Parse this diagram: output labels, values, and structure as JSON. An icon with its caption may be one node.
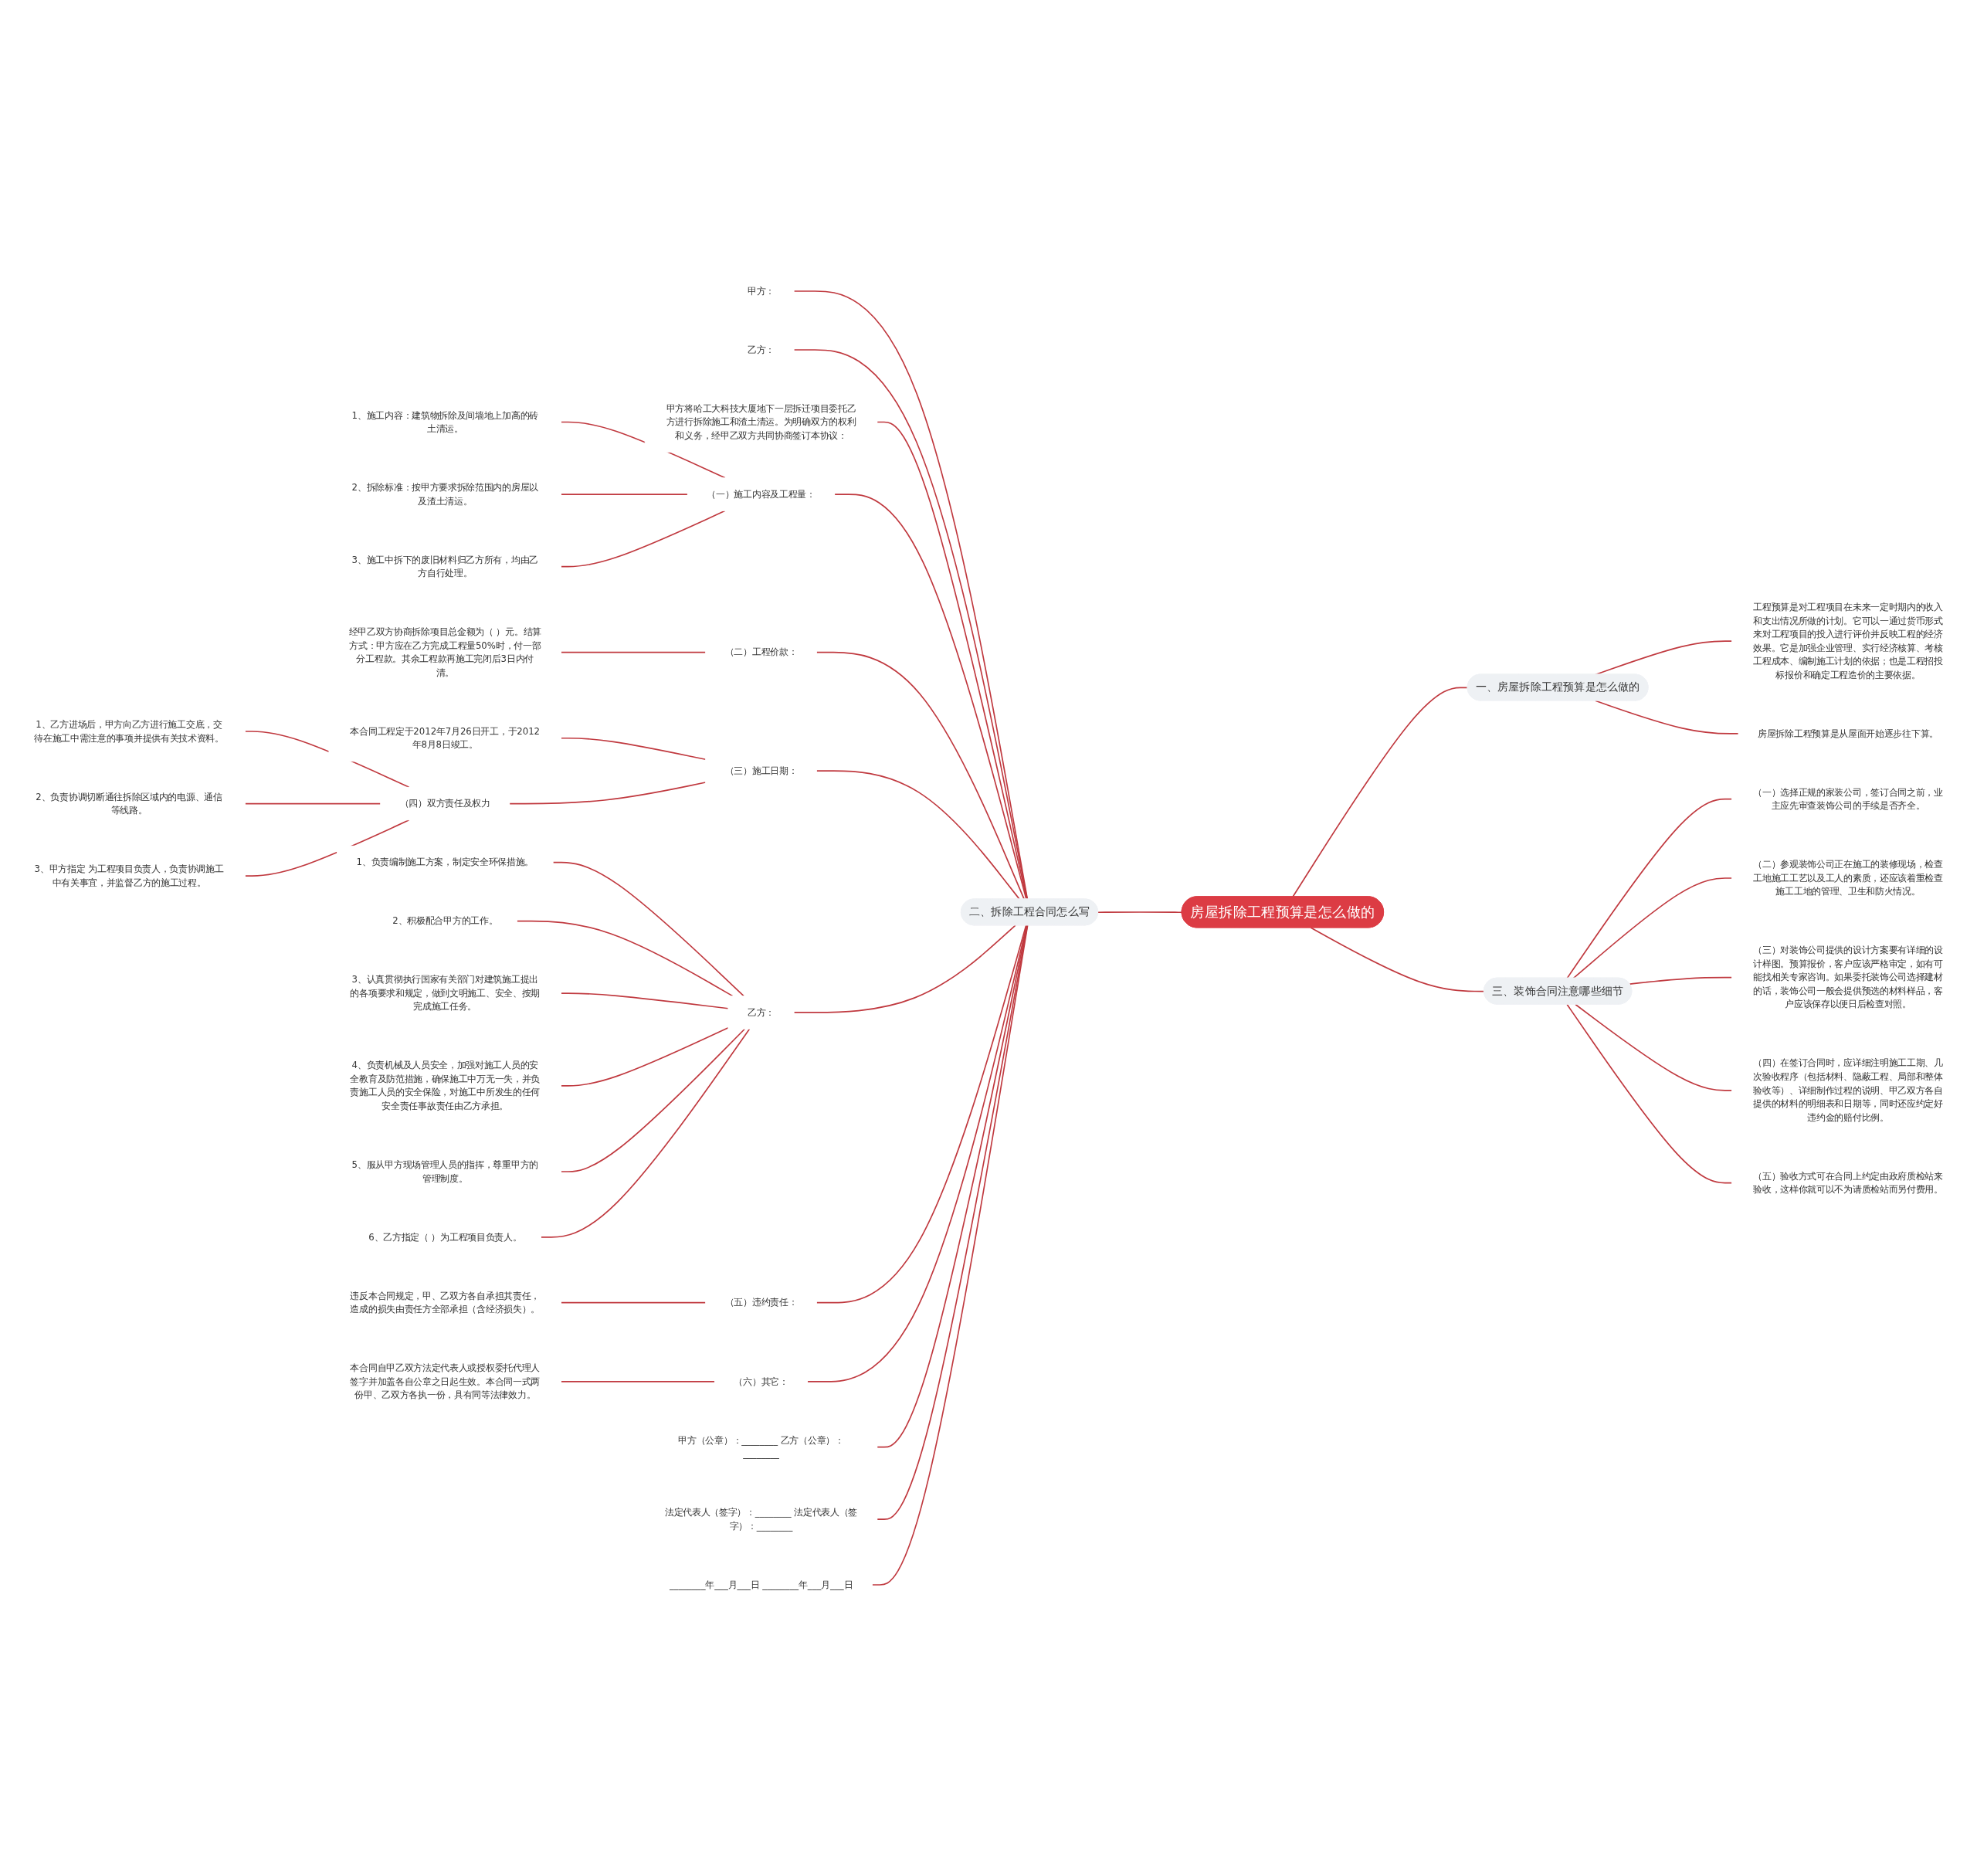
{
  "diagram": {
    "nodes": [
      {
        "text": [
          "房屋拆除工程预算是怎么做的"
        ]
      },
      {
        "text": [
          "一、房屋拆除工程预算是怎么做的"
        ]
      },
      {
        "text": [
          "工程预算是对工程项目在未来一定时期内的收入和支出情况所做的计划。它可以一通过货币形式来对工程项目的投入进行评价并反映工程的经济效果。它是加强企业管理、实行经济核算、考核工程成本、编制施工计划的依据；也是工程招投标报价和确定工程造价的主要依据。"
        ]
      },
      {
        "text": [
          "房屋拆除工程预算是从屋面开始逐步往下算。"
        ]
      },
      {
        "text": [
          "二、拆除工程合同怎么写"
        ]
      },
      {
        "text": [
          "甲方："
        ]
      },
      {
        "text": [
          "乙方："
        ]
      },
      {
        "text": [
          "甲方将哈工大科技大厦地下一层拆迁项目委托乙方进行拆除施工和渣土清运。为明确双方的权利和义务，经甲乙双方共同协商签订本协议："
        ]
      },
      {
        "text": [
          "（一）施工内容及工程量："
        ]
      },
      {
        "text": [
          "1、施工内容：建筑物拆除及间墙地上加高的砖土清运。"
        ]
      },
      {
        "text": [
          "2、拆除标准：按甲方要求拆除范围内的房屋以及渣土清运。"
        ]
      },
      {
        "text": [
          "3、施工中拆下的废旧材料归乙方所有，均由乙方自行处理。"
        ]
      },
      {
        "text": [
          "（二）工程价款："
        ]
      },
      {
        "text": [
          "经甲乙双方协商拆除项目总金额为（ ）元。结算方式：甲方应在乙方完成工程量50%时，付一部分工程款。其余工程款再施工完闭后3日内付清。"
        ]
      },
      {
        "text": [
          "（三）施工日期："
        ]
      },
      {
        "text": [
          "本合同工程定于2012年7月26日开工，于2012年8月8日竣工。"
        ]
      },
      {
        "text": [
          "（四）双方责任及权力"
        ]
      },
      {
        "text": [
          "1、乙方进场后，甲方向乙方进行施工交底，交待在施工中需注意的事项并提供有关技术资料。"
        ]
      },
      {
        "text": [
          "2、负责协调切断通往拆除区域内的电源、通信等线路。"
        ]
      },
      {
        "text": [
          "3、甲方指定 为工程项目负责人，负责协调施工中有关事宜，并监督乙方的施工过程。"
        ]
      },
      {
        "text": [
          "乙方："
        ]
      },
      {
        "text": [
          "1、负责编制施工方案，制定安全环保措施。"
        ]
      },
      {
        "text": [
          "2、积极配合甲方的工作。"
        ]
      },
      {
        "text": [
          "3、认真贯彻执行国家有关部门对建筑施工提出的各项要求和规定，做到文明施工、安全、按期完成施工任务。"
        ]
      },
      {
        "text": [
          "4、负责机械及人员安全，加强对施工人员的安全教育及防范措施，确保施工中万无一失，并负责施工人员的安全保险，对施工中所发生的任何安全责任事故责任由乙方承担。"
        ]
      },
      {
        "text": [
          "5、服从甲方现场管理人员的指挥，尊重甲方的管理制度。"
        ]
      },
      {
        "text": [
          "6、乙方指定（ ）为工程项目负责人。"
        ]
      },
      {
        "text": [
          "（五）违约责任："
        ]
      },
      {
        "text": [
          "违反本合同规定，甲、乙双方各自承担其责任，造成的损失由责任方全部承担（含经济损失）。"
        ]
      },
      {
        "text": [
          "（六）其它："
        ]
      },
      {
        "text": [
          "本合同自甲乙双方法定代表人或授权委托代理人签字并加盖各自公章之日起生效。本合同一式两份甲、乙双方各执一份，具有同等法律效力。"
        ]
      },
      {
        "text": [
          "甲方（公章）：________ 乙方（公章）：________"
        ]
      },
      {
        "text": [
          "法定代表人（签字）：________ 法定代表人（签字）：________"
        ]
      },
      {
        "text": [
          "________年___月___日 ________年___月___日"
        ]
      },
      {
        "text": [
          "三、装饰合同注意哪些细节"
        ]
      },
      {
        "text": [
          "（一）选择正规的家装公司，签订合同之前，业主应先审查装饰公司的手续是否齐全。"
        ]
      },
      {
        "text": [
          "（二）参观装饰公司正在施工的装修现场，检查工地施工工艺以及工人的素质，还应该着重检查施工工地的管理、卫生和防火情况。"
        ]
      },
      {
        "text": [
          "（三）对装饰公司提供的设计方案要有详细的设计样图。预算报价，客户应该严格审定，如有可能找相关专家咨询。如果委托装饰公司选择建材的话，装饰公司一般会提供预选的材料样品，客户应该保存以便日后检查对照。"
        ]
      },
      {
        "text": [
          "（四）在签订合同时，应详细注明施工工期、几次验收程序（包括材料、隐蔽工程、局部和整体验收等）、详细制作过程的说明、甲乙双方各自提供的材料的明细表和日期等，同时还应约定好违约金的赔付比例。"
        ]
      },
      {
        "text": [
          "（五）验收方式可在合同上约定由政府质检站来验收，这样你就可以不为请质检站而另付费用。"
        ]
      }
    ],
    "edges": [
      {
        "from": 0,
        "to": 1,
        "arrow": "none"
      },
      {
        "from": 1,
        "to": 2,
        "arrow": "none"
      },
      {
        "from": 1,
        "to": 3,
        "arrow": "none"
      },
      {
        "from": 4,
        "to": 0,
        "arrow": "none"
      },
      {
        "from": 5,
        "to": 4,
        "arrow": "none"
      },
      {
        "from": 6,
        "to": 4,
        "arrow": "none"
      },
      {
        "from": 7,
        "to": 4,
        "arrow": "none"
      },
      {
        "from": 8,
        "to": 4,
        "arrow": "none"
      },
      {
        "from": 9,
        "to": 8,
        "arrow": "none"
      },
      {
        "from": 10,
        "to": 8,
        "arrow": "none"
      },
      {
        "from": 11,
        "to": 8,
        "arrow": "none"
      },
      {
        "from": 12,
        "to": 4,
        "arrow": "none"
      },
      {
        "from": 13,
        "to": 12,
        "arrow": "none"
      },
      {
        "from": 14,
        "to": 4,
        "arrow": "none"
      },
      {
        "from": 15,
        "to": 14,
        "arrow": "none"
      },
      {
        "from": 16,
        "to": 14,
        "arrow": "none"
      },
      {
        "from": 17,
        "to": 16,
        "arrow": "none"
      },
      {
        "from": 18,
        "to": 16,
        "arrow": "none"
      },
      {
        "from": 19,
        "to": 16,
        "arrow": "none"
      },
      {
        "from": 20,
        "to": 4,
        "arrow": "none"
      },
      {
        "from": 21,
        "to": 20,
        "arrow": "none"
      },
      {
        "from": 22,
        "to": 20,
        "arrow": "none"
      },
      {
        "from": 23,
        "to": 20,
        "arrow": "none"
      },
      {
        "from": 24,
        "to": 20,
        "arrow": "none"
      },
      {
        "from": 25,
        "to": 20,
        "arrow": "none"
      },
      {
        "from": 26,
        "to": 20,
        "arrow": "none"
      },
      {
        "from": 27,
        "to": 4,
        "arrow": "none"
      },
      {
        "from": 28,
        "to": 27,
        "arrow": "none"
      },
      {
        "from": 29,
        "to": 4,
        "arrow": "none"
      },
      {
        "from": 30,
        "to": 29,
        "arrow": "none"
      },
      {
        "from": 31,
        "to": 4,
        "arrow": "none"
      },
      {
        "from": 32,
        "to": 4,
        "arrow": "none"
      },
      {
        "from": 33,
        "to": 4,
        "arrow": "none"
      },
      {
        "from": 0,
        "to": 34,
        "arrow": "none"
      },
      {
        "from": 34,
        "to": 35,
        "arrow": "none"
      },
      {
        "from": 34,
        "to": 36,
        "arrow": "none"
      },
      {
        "from": 34,
        "to": 37,
        "arrow": "none"
      },
      {
        "from": 34,
        "to": 38,
        "arrow": "none"
      },
      {
        "from": 34,
        "to": 39,
        "arrow": "none"
      }
    ]
  }
}
